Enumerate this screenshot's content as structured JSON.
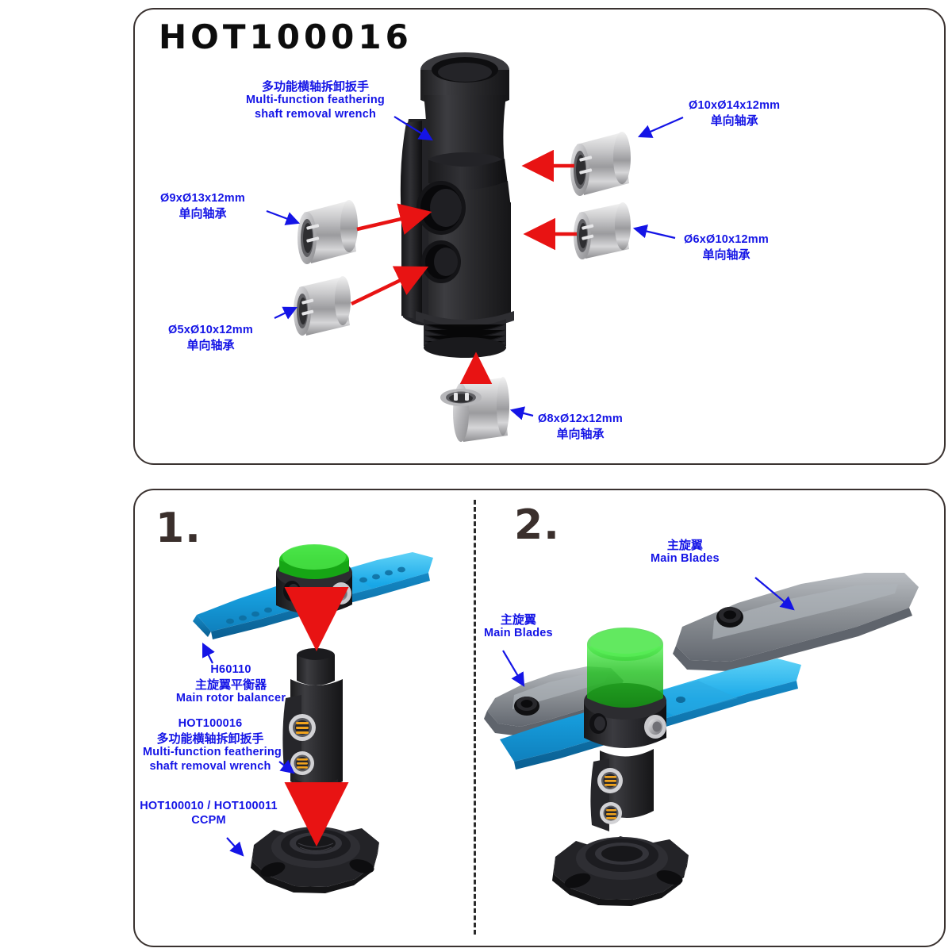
{
  "document": {
    "title": "HOT100016",
    "accent_blue": "#1414e6",
    "arrow_red": "#e81313",
    "part_black": "#2a2a2c",
    "part_blue": "#1ba9e8",
    "part_green": "#22c020",
    "part_grey": "#8d9196"
  },
  "panel_top": {
    "title": "HOT100016",
    "labels": [
      {
        "id": "multi-function-wrench",
        "cn": "多功能横轴拆卸扳手",
        "en1": "Multi-function feathering",
        "en2": "shaft removal wrench"
      },
      {
        "id": "bearing-10x14x12",
        "line1": "Ø10xØ14x12mm",
        "line2": "单向轴承"
      },
      {
        "id": "bearing-6x10x12",
        "line1": "Ø6xØ10x12mm",
        "line2": "单向轴承"
      },
      {
        "id": "bearing-9x13x12",
        "line1": "Ø9xØ13x12mm",
        "line2": "单向轴承"
      },
      {
        "id": "bearing-5x10x12",
        "line1": "Ø5xØ10x12mm",
        "line2": "单向轴承"
      },
      {
        "id": "bearing-8x12x12",
        "line1": "Ø8xØ12x12mm",
        "line2": "单向轴承"
      }
    ]
  },
  "panel_bottom": {
    "step1": {
      "number": "1.",
      "labels": [
        {
          "id": "main-rotor-balancer",
          "code": "H60110",
          "cn": "主旋翼平衡器",
          "en": "Main rotor balancer"
        },
        {
          "id": "wrench",
          "code": "HOT100016",
          "cn": "多功能横轴拆卸扳手",
          "en1": "Multi-function feathering",
          "en2": "shaft removal wrench"
        },
        {
          "id": "ccpm",
          "code": "HOT100010 / HOT100011",
          "en": "CCPM"
        }
      ]
    },
    "step2": {
      "number": "2.",
      "labels": [
        {
          "id": "main-blades-right",
          "cn": "主旋翼",
          "en": "Main Blades"
        },
        {
          "id": "main-blades-left",
          "cn": "主旋翼",
          "en": "Main Blades"
        }
      ]
    }
  }
}
